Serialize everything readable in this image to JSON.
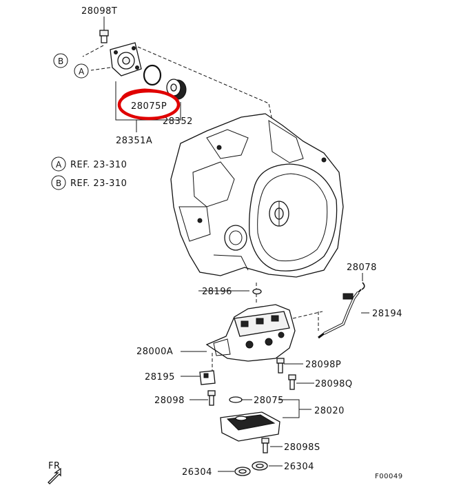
{
  "parts": {
    "p28098T": "28098T",
    "p28075P": "28075P",
    "p28352": "28352",
    "p28351A": "28351A",
    "p28078": "28078",
    "p28196": "28196",
    "p28194": "28194",
    "p28000A": "28000A",
    "p28098P": "28098P",
    "p28195": "28195",
    "p28098Q": "28098Q",
    "p28098": "28098",
    "p28075": "28075",
    "p28020": "28020",
    "p28098S": "28098S",
    "p26304_left": "26304",
    "p26304_right": "26304"
  },
  "refs": {
    "a_letter": "A",
    "a_text": "REF. 23-310",
    "b_letter": "B",
    "b_text": "REF. 23-310"
  },
  "markers": {
    "callout_a": "A",
    "callout_b": "B",
    "front": "FR",
    "figure_code": "F00049"
  },
  "highlight": {
    "target": "28075P",
    "color": "#e00000"
  }
}
